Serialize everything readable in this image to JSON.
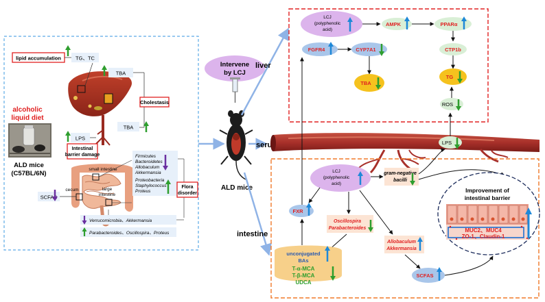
{
  "left": {
    "lipid_label": "lipid accumulation",
    "tg_tc": "TG、TC",
    "tba_top": "TBA",
    "cholestasis": "Cholestasis",
    "tba_mid": "TBA",
    "lps": "LPS",
    "barrier_damage_l1": "Intestinal",
    "barrier_damage_l2": "barrier damage",
    "diet_l1": "alcoholic",
    "diet_l2": "liquid diet",
    "ald_l1": "ALD mice",
    "ald_l2": "(C57BL/6N)",
    "small_intestine": "small intestine",
    "cecum": "cecum",
    "large_l1": "large",
    "large_l2": "intestine",
    "scfas": "SCFAS",
    "phyla_down": [
      "Firmicutes",
      "Bacteroidetes",
      "Allobaculum",
      "Akkermansia"
    ],
    "phyla_up": [
      "Proteobacteria",
      "Staphylococcus",
      "Proteus"
    ],
    "flora_l1": "Flora",
    "flora_l2": "disorder",
    "verruco": "Verrucomicrobia、Akkermansia",
    "parabact": "Parabacteroides、Oscillospira、Proteus"
  },
  "middle": {
    "intervene_l1": "Intervene",
    "intervene_l2": "by LCJ",
    "ald_mice": "ALD mice",
    "liver": "liver",
    "serum": "serum",
    "intestine": "intestine"
  },
  "liver": {
    "lcj_l1": "LCJ",
    "lcj_l2": "(polyphenolic",
    "lcj_l3": "acid)",
    "ampk": "AMPK",
    "ppar": "PPARα",
    "fgfr4": "FGFR4",
    "cyp7a1": "CYP7A1",
    "ctp1b": "CTP1b",
    "tba": "TBA",
    "tg": "TG",
    "ros": "ROS"
  },
  "serum": {
    "lps": "LPS"
  },
  "intestine": {
    "lcj_l1": "LCJ",
    "lcj_l2": "(polyphenolic",
    "lcj_l3": "acid)",
    "gram_l1": "gram-negative",
    "gram_l2": "bacilli",
    "fxr": "FXR",
    "oscill_l1": "Oscillospira",
    "oscill_l2": "Parabacteroides",
    "allo_l1": "Allobaculum",
    "allo_l2": "Akkermansia",
    "barrier_l1": "Improvement of",
    "barrier_l2": "intestinal barrier",
    "muc": "MUC2、MUC4",
    "zo": "ZO-1、Claudin-1",
    "bas_l1": "unconjugated",
    "bas_l2": "BAs",
    "bas_items": [
      "T-α-MCA",
      "T-β-MCA",
      "UDCA"
    ],
    "scfas": "SCFAS"
  },
  "colors": {
    "up": "#1e88d8",
    "down_green": "#2e9e2e",
    "down_purple": "#6a2fa0",
    "red": "#e02020",
    "lcj_fill": "#dcb4ec",
    "blue_node": "#a9c6ea",
    "green_node": "#d9efd6",
    "orange_node": "#f7d08a",
    "yellow_node": "#f5c21e"
  }
}
